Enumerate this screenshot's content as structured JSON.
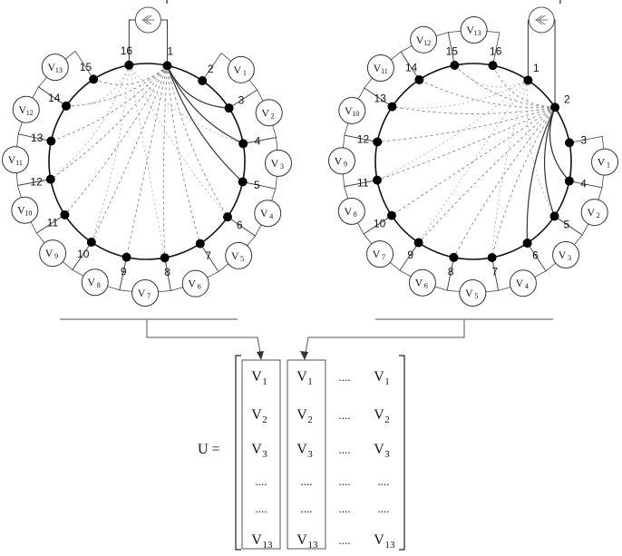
{
  "diagrams": [
    {
      "current_source_label": "I",
      "electrode_labels": [
        "1",
        "2",
        "3",
        "4",
        "5",
        "6",
        "7",
        "8",
        "9",
        "10",
        "11",
        "12",
        "13",
        "14",
        "15",
        "16"
      ],
      "source_between": [
        16,
        1
      ],
      "voltage_labels": [
        {
          "main": "V",
          "sub": "1"
        },
        {
          "main": "V",
          "sub": "2"
        },
        {
          "main": "V",
          "sub": "3"
        },
        {
          "main": "V",
          "sub": "4"
        },
        {
          "main": "V",
          "sub": "5"
        },
        {
          "main": "V",
          "sub": "6"
        },
        {
          "main": "V",
          "sub": "7"
        },
        {
          "main": "V",
          "sub": "8"
        },
        {
          "main": "V",
          "sub": "9"
        },
        {
          "main": "V",
          "sub": "10"
        },
        {
          "main": "V",
          "sub": "11"
        },
        {
          "main": "V",
          "sub": "12"
        },
        {
          "main": "V",
          "sub": "13"
        }
      ]
    },
    {
      "current_source_label": "I",
      "electrode_labels": [
        "1",
        "2",
        "3",
        "4",
        "5",
        "6",
        "7",
        "8",
        "9",
        "10",
        "11",
        "12",
        "13",
        "14",
        "15",
        "16"
      ],
      "source_between": [
        1,
        2
      ],
      "voltage_labels": [
        {
          "main": "V",
          "sub": "1"
        },
        {
          "main": "V",
          "sub": "2"
        },
        {
          "main": "V",
          "sub": "3"
        },
        {
          "main": "V",
          "sub": "4"
        },
        {
          "main": "V",
          "sub": "5"
        },
        {
          "main": "V",
          "sub": "6"
        },
        {
          "main": "V",
          "sub": "7"
        },
        {
          "main": "V",
          "sub": "8"
        },
        {
          "main": "V",
          "sub": "9"
        },
        {
          "main": "V",
          "sub": "10"
        },
        {
          "main": "V",
          "sub": "11"
        },
        {
          "main": "V",
          "sub": "12"
        },
        {
          "main": "V",
          "sub": "13"
        }
      ]
    }
  ],
  "matrix": {
    "lhs": "U =",
    "columns": [
      [
        "V|1",
        "V|2",
        "V|3",
        "....",
        "....",
        "V|13"
      ],
      [
        "V|1",
        "V|2",
        "V|3",
        "....",
        "....",
        "V|13"
      ],
      [
        "....",
        "....",
        "....",
        "....",
        "....",
        "...."
      ],
      [
        "V|1",
        "V|2",
        "V|3",
        "....",
        "....",
        "V|13"
      ]
    ]
  }
}
